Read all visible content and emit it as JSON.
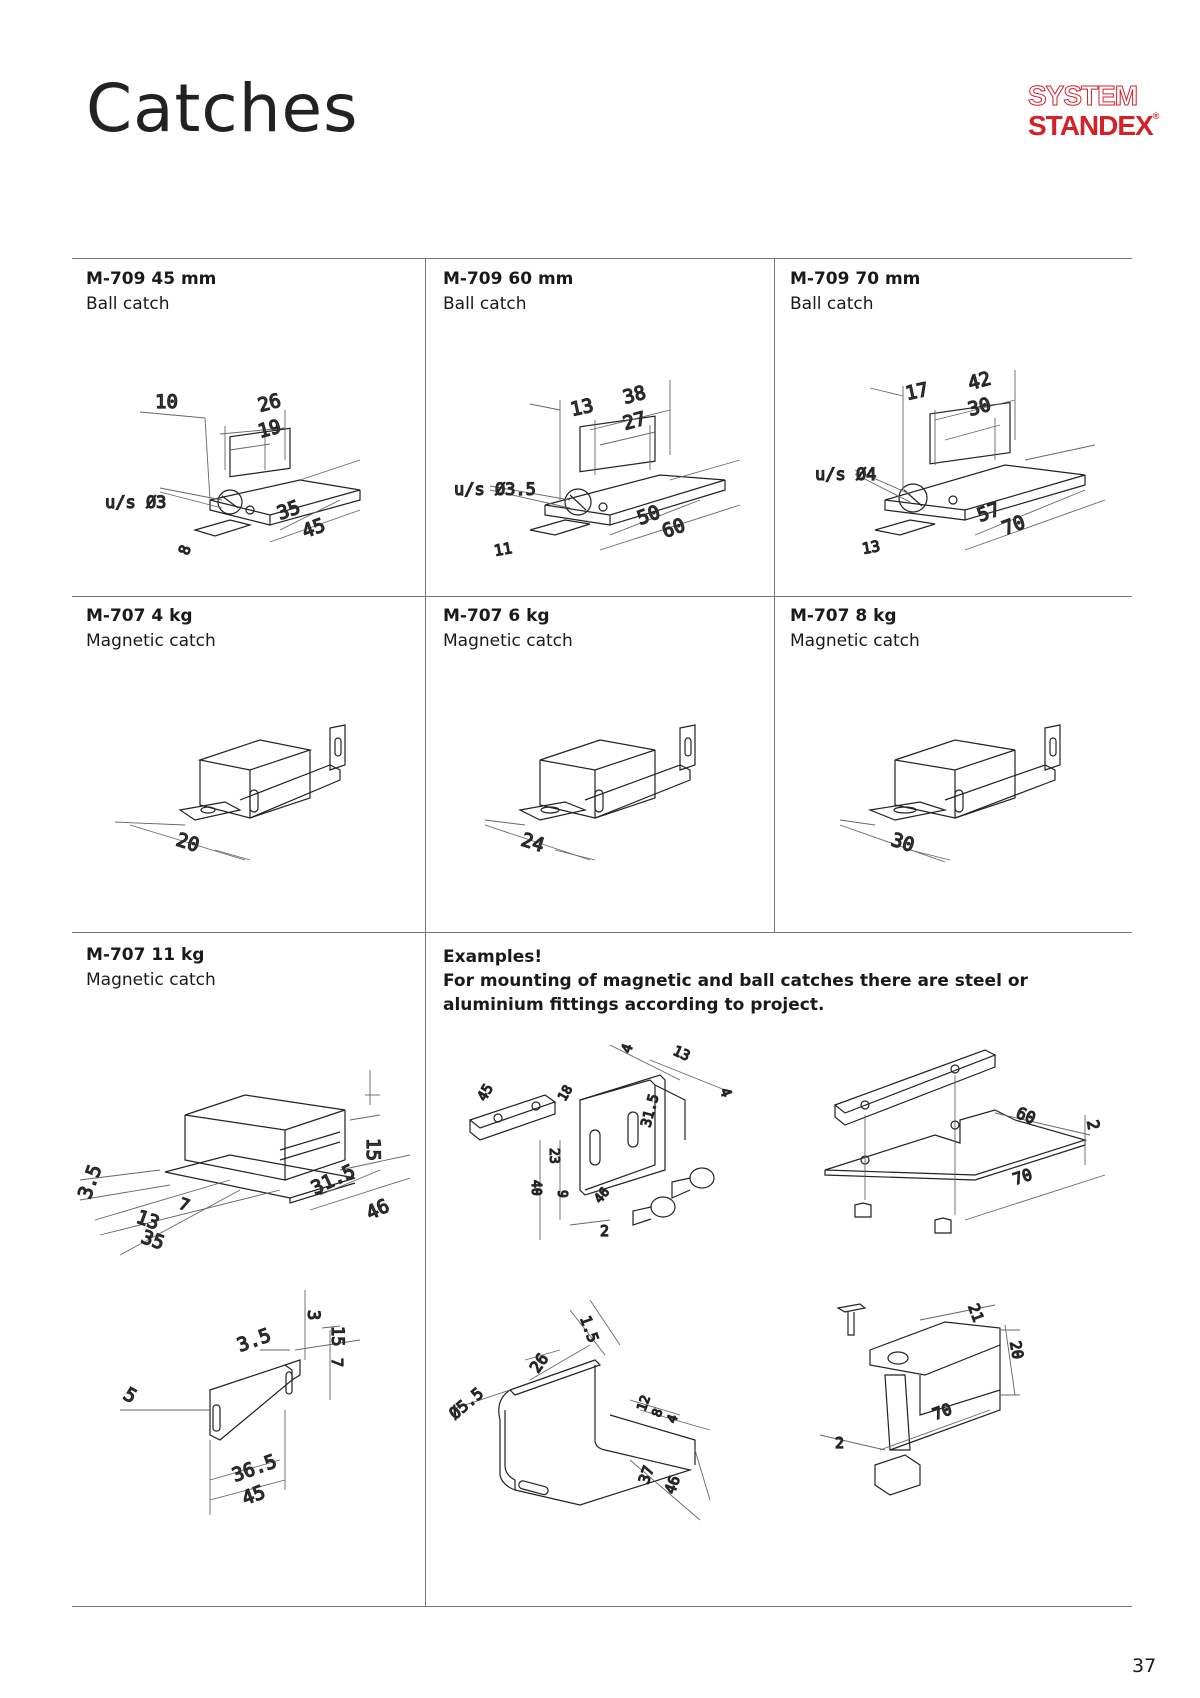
{
  "header": {
    "title": "Catches",
    "logo_line1": "SYSTEM",
    "logo_line2": "STANDEX",
    "logo_reg": "®"
  },
  "brand_color": "#d42027",
  "products": [
    {
      "title": "M-709 45 mm",
      "subtitle": "Ball catch",
      "dims": {
        "a": "10",
        "b": "26",
        "c": "19",
        "d": "35",
        "e": "45",
        "f": "8",
        "screw": "u/s Ø3"
      }
    },
    {
      "title": "M-709 60 mm",
      "subtitle": "Ball catch",
      "dims": {
        "a": "13",
        "b": "38",
        "c": "27",
        "d": "50",
        "e": "60",
        "f": "11",
        "screw": "u/s Ø3.5"
      }
    },
    {
      "title": "M-709 70 mm",
      "subtitle": "Ball catch",
      "dims": {
        "a": "17",
        "b": "42",
        "c": "30",
        "d": "57",
        "e": "70",
        "f": "13",
        "screw": "u/s Ø4"
      }
    },
    {
      "title": "M-707 4 kg",
      "subtitle": "Magnetic catch",
      "dims": {
        "w": "20"
      }
    },
    {
      "title": "M-707 6 kg",
      "subtitle": "Magnetic catch",
      "dims": {
        "w": "24"
      }
    },
    {
      "title": "M-707 8 kg",
      "subtitle": "Magnetic catch",
      "dims": {
        "w": "30"
      }
    },
    {
      "title": "M-707 11 kg",
      "subtitle": "Magnetic catch",
      "dims": {
        "h": "15",
        "a": "3.5",
        "b": "13",
        "c": "7",
        "d": "35",
        "e": "31.5",
        "f": "46",
        "p1": "3",
        "p2": "3.5",
        "p3": "5",
        "p4": "15",
        "p5": "7",
        "p6": "36.5",
        "p7": "45"
      }
    }
  ],
  "examples": {
    "title": "Examples!",
    "text": "For mounting of magnetic and ball catches there are steel or aluminium fittings according to project.",
    "fig1": {
      "d1": "4",
      "d2": "13",
      "d3": "4",
      "d4": "45",
      "d5": "18",
      "d6": "31.5",
      "d7": "23",
      "d8": "40",
      "d9": "9",
      "d10": "46",
      "d11": "2"
    },
    "fig2": {
      "d1": "60",
      "d2": "2",
      "d3": "70"
    },
    "fig3": {
      "d1": "1.5",
      "d2": "26",
      "d3": "Ø5.5",
      "d4": "12",
      "d5": "8",
      "d6": "4",
      "d7": "37",
      "d8": "46"
    },
    "fig4": {
      "d1": "21",
      "d2": "20",
      "d3": "70",
      "d4": "2"
    }
  },
  "page_number": "37"
}
